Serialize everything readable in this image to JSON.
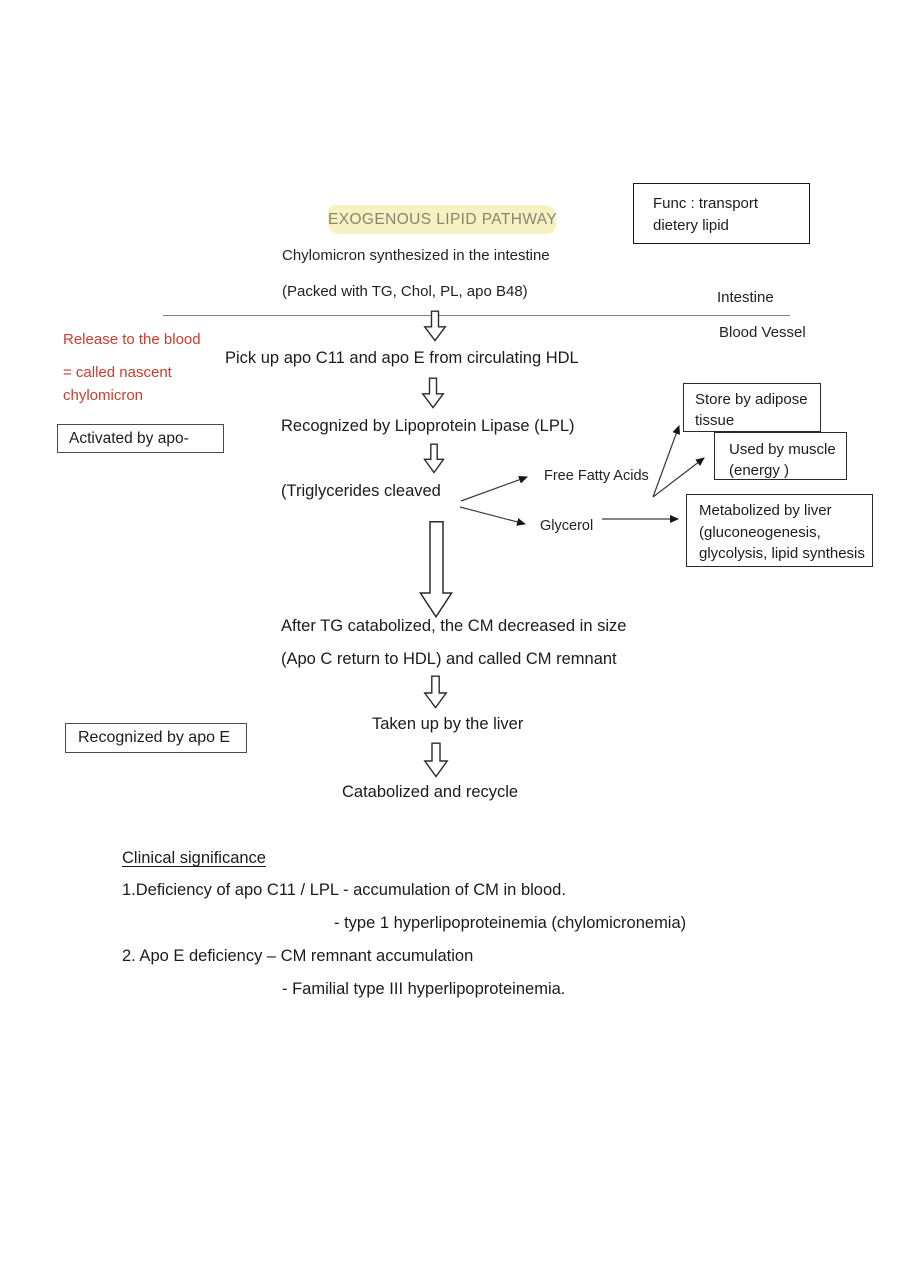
{
  "title": {
    "text": "EXOGENOUS LIPID PATHWAY"
  },
  "colors": {
    "title_highlight_bg": "#f7f0c2",
    "title_text": "#87876d",
    "note_red": "#cf3b2c"
  },
  "func_box": {
    "line1": "Func : transport",
    "line2": "dietery lipid"
  },
  "compartments": {
    "intestine": "Intestine",
    "blood_vessel": "Blood Vessel"
  },
  "flow": {
    "step1": "Chylomicron synthesized in the intestine",
    "step1b": "(Packed with TG, Chol, PL, apo B48)",
    "step2": "Pick up apo C11 and apo E from circulating HDL",
    "step3": "Recognized by Lipoprotein Lipase (LPL)",
    "step4": "(Triglycerides cleaved",
    "step5a": "After TG catabolized, the CM decreased in size",
    "step5b": "(Apo C return to HDL) and called CM remnant",
    "step6": "Taken up by the liver",
    "step7": "Catabolized and recycle"
  },
  "red_notes": {
    "release": "Release to the blood",
    "nascent_line1": "= called nascent",
    "nascent_line2": "chylomicron"
  },
  "products": {
    "free_fatty_acids": "Free Fatty Acids",
    "glycerol": "Glycerol"
  },
  "side_boxes": {
    "activated": "Activated by apo-",
    "recognized_apoe": "Recognized by apo E",
    "adipose_line1": "Store by adipose",
    "adipose_line2": "tissue",
    "muscle_line1": "Used by muscle",
    "muscle_line2": "(energy )",
    "liver_line1": "Metabolized by liver",
    "liver_line2": "(gluconeogenesis,",
    "liver_line3": "glycolysis, lipid synthesis"
  },
  "clinical": {
    "heading": "Clinical significance",
    "items": [
      "1.Deficiency of apo C11 / LPL - accumulation of CM in blood.",
      "- type 1 hyperlipoproteinemia (chylomicronemia)",
      "2. Apo E deficiency – CM remnant accumulation",
      "- Familial type III hyperlipoproteinemia."
    ]
  }
}
